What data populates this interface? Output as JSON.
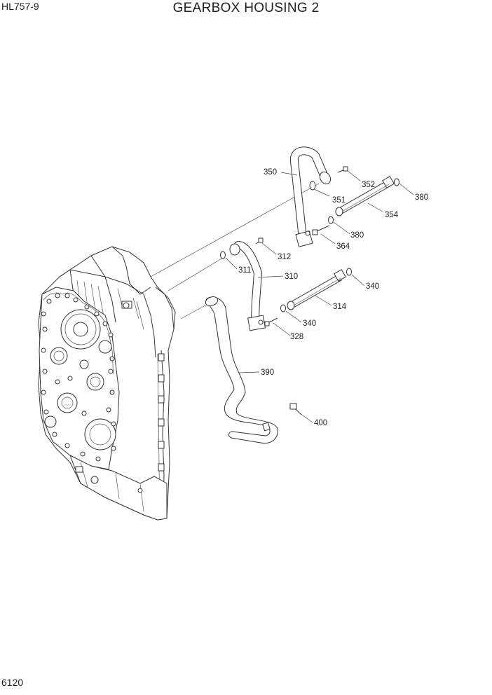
{
  "header": {
    "model": "HL757-9",
    "title": "GEARBOX HOUSING 2"
  },
  "footer": {
    "page_number": "6120"
  },
  "callouts": {
    "p350": "350",
    "p351": "351",
    "p352": "352",
    "p380a": "380",
    "p354": "354",
    "p380b": "380",
    "p364": "364",
    "p312": "312",
    "p311": "311",
    "p310": "310",
    "p340a": "340",
    "p314": "314",
    "p340b": "340",
    "p328": "328",
    "p390": "390",
    "p400": "400"
  }
}
